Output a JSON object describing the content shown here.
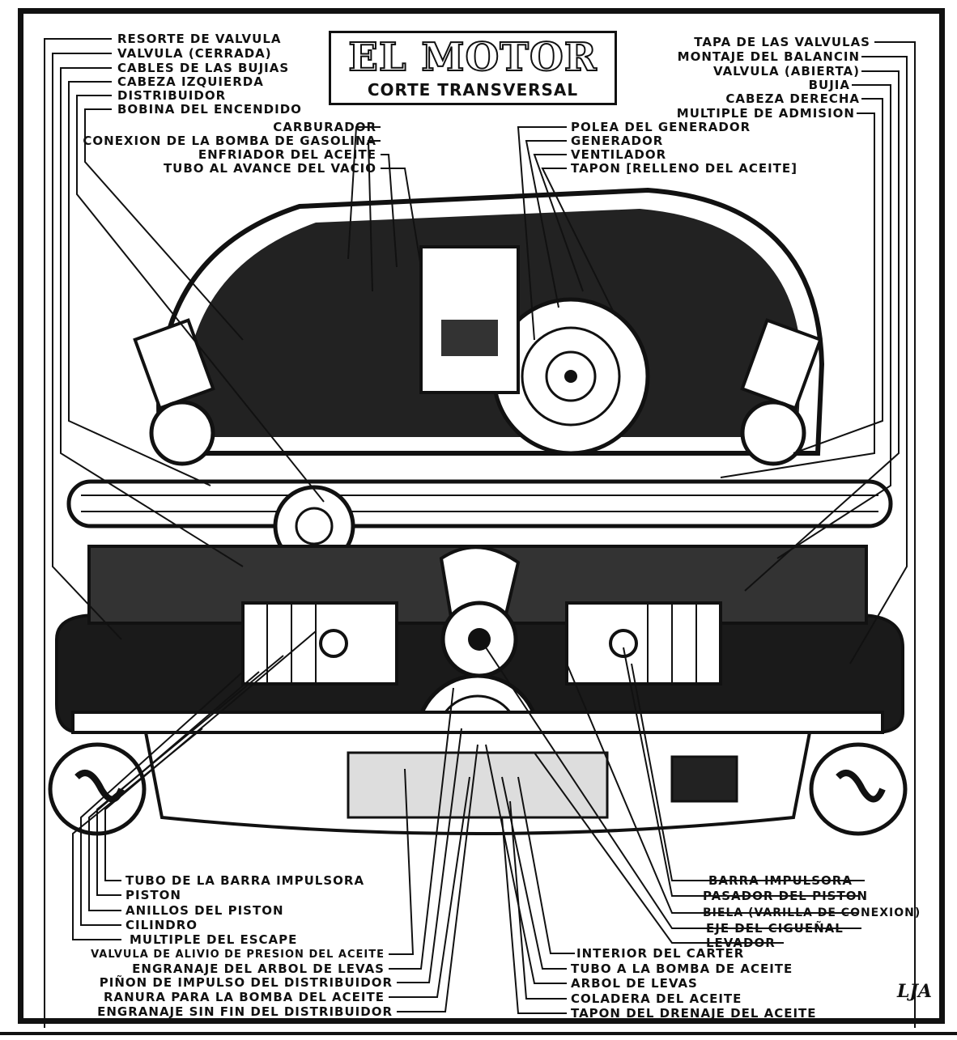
{
  "title": "EL MOTOR",
  "subtitle": "CORTE TRANSVERSAL",
  "labels_top_left": [
    "RESORTE DE VALVULA",
    "VALVULA (CERRADA)",
    "CABLES DE LAS BUJIAS",
    "CABEZA IZQUIERDA",
    "DISTRIBUIDOR",
    "BOBINA DEL ENCENDIDO"
  ],
  "labels_top_center_left": [
    "CARBURADOR",
    "CONEXION DE LA BOMBA DE GASOLINA",
    "ENFRIADOR DEL ACEITE",
    "TUBO AL AVANCE DEL VACIO"
  ],
  "labels_top_center_right": [
    "POLEA DEL GENERADOR",
    "GENERADOR",
    "VENTILADOR",
    "TAPON [RELLENO DEL ACEITE]"
  ],
  "labels_top_right": [
    "TAPA DE LAS VALVULAS",
    "MONTAJE DEL BALANCIN",
    "VALVULA (ABIERTA)",
    "BUJIA",
    "CABEZA DERECHA",
    "MULTIPLE DE ADMISION"
  ],
  "labels_bottom_left": [
    "TUBO DE LA BARRA IMPULSORA",
    "PISTON",
    "ANILLOS DEL PISTON",
    "CILINDRO",
    "MULTIPLE DEL ESCAPE",
    "VALVULA DE ALIVIO DE PRESION DEL ACEITE",
    "ENGRANAJE DEL ARBOL DE LEVAS",
    "PIÑON DE IMPULSO DEL DISTRIBUIDOR",
    "RANURA PARA LA BOMBA DEL ACEITE",
    "ENGRANAJE SIN FIN DEL DISTRIBUIDOR"
  ],
  "labels_bottom_center": [
    "INTERIOR DEL CARTER",
    "TUBO A LA BOMBA DE ACEITE",
    "ARBOL DE LEVAS",
    "COLADERA DEL ACEITE",
    "TAPON DEL DRENAJE DEL ACEITE"
  ],
  "labels_bottom_right": [
    "BARRA IMPULSORA",
    "PASADOR DEL PISTON",
    "BIELA (VARILLA DE CONEXION)",
    "EJE DEL CIGUEÑAL",
    "LEVADOR"
  ],
  "signature": "LJA",
  "colors": {
    "ink": "#111111",
    "paper": "#ffffff"
  }
}
